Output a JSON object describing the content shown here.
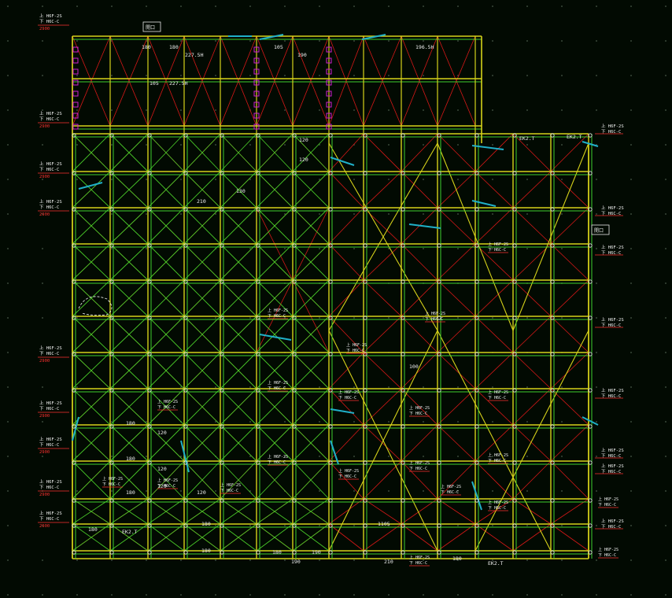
{
  "drawing": {
    "background": "#020a02",
    "colors": {
      "grid_dot": "#4a5a4a",
      "beam_yellow": "#d6d21a",
      "beam_green": "#3fcf2f",
      "brace_red": "#d81818",
      "brace_green": "#48c828",
      "cyan_detail": "#20b0c8",
      "magenta": "#d020d0",
      "white": "#e8e8e8",
      "label_white": "#f0f0f0",
      "label_red": "#ff3030"
    },
    "dimension_labels": [
      "180",
      "180",
      "227.5H",
      "105",
      "227.5H",
      "105",
      "190",
      "196.5H",
      "120",
      "120",
      "210",
      "130",
      "180",
      "180",
      "180",
      "100",
      "1105",
      "120",
      "120",
      "120",
      "120",
      "180",
      "180",
      "180",
      "190",
      "190",
      "210",
      "180",
      "180",
      "EK2.T",
      "EK2.T",
      "EK2.T",
      "EK2.T",
      "EK2.T"
    ],
    "callouts_left": [
      {
        "line1": "上 H6F-2S",
        "line2": "下 H6C-C",
        "line3": "2900"
      },
      {
        "line1": "上 H6F-2S",
        "line2": "下 H6C-C",
        "line3": "2900"
      },
      {
        "line1": "上 H6F-2S",
        "line2": "下 H6C-C",
        "line3": "2900"
      },
      {
        "line1": "上 H6F-2S",
        "line2": "下 H6C-C",
        "line3": "2900"
      },
      {
        "line1": "上 H6F-2S",
        "line2": "下 H6C-C",
        "line3": "2900"
      },
      {
        "line1": "上 H6F-2S",
        "line2": "下 H6C-C",
        "line3": "2900"
      },
      {
        "line1": "上 H6F-2S",
        "line2": "下 H6C-C",
        "line3": "2900"
      },
      {
        "line1": "上 H6F-2S",
        "line2": "下 H6C-C",
        "line3": "2900"
      },
      {
        "line1": "上 H6F-2S",
        "line2": "下 H6C-C",
        "line3": "2900"
      }
    ],
    "callouts_right": [
      {
        "line1": "上 H6F-2S",
        "line2": "下 H6C-C"
      },
      {
        "line1": "上 H6F-2S",
        "line2": "下 H6C-C"
      },
      {
        "line1": "上 H6F-2S",
        "line2": "下 H6C-C"
      },
      {
        "line1": "上 H6F-2S",
        "line2": "下 H6C-C"
      },
      {
        "line1": "上 H6F-2S",
        "line2": "下 H6C-C"
      },
      {
        "line1": "上 H6F-2S",
        "line2": "下 H6C-C"
      },
      {
        "line1": "上 H6F-2S",
        "line2": "下 H6C-C"
      },
      {
        "line1": "上 H6F-2S",
        "line2": "下 H6C-C"
      }
    ],
    "tag_boxes": [
      "開口",
      "開口"
    ]
  }
}
